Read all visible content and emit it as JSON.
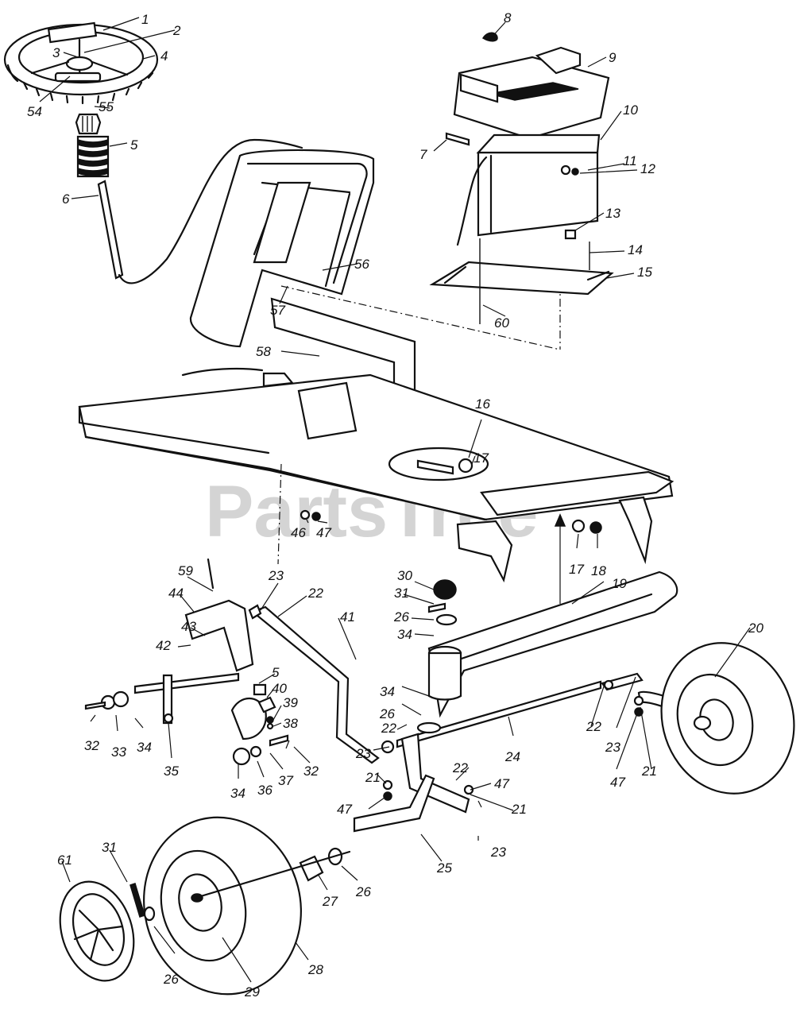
{
  "watermark": {
    "text": "PartsTree",
    "trademark": "™"
  },
  "callouts": {
    "c1": "1",
    "c2": "2",
    "c3": "3",
    "c4": "4",
    "c54": "54",
    "c55": "55",
    "c5a": "5",
    "c6": "6",
    "c8": "8",
    "c9": "9",
    "c10": "10",
    "c7": "7",
    "c11": "11",
    "c12": "12",
    "c13": "13",
    "c14": "14",
    "c15": "15",
    "c60": "60",
    "c56": "56",
    "c57": "57",
    "c58": "58",
    "c16": "16",
    "c17a": "17",
    "c17b": "17",
    "c18": "18",
    "c46": "46",
    "c47a": "47",
    "c59": "59",
    "c44": "44",
    "c43": "43",
    "c42": "42",
    "c23a": "23",
    "c22a": "22",
    "c41": "41",
    "c30": "30",
    "c31a": "31",
    "c26a": "26",
    "c34a": "34",
    "c19": "19",
    "c20": "20",
    "c5b": "5",
    "c40": "40",
    "c39": "39",
    "c38": "38",
    "c32a": "32",
    "c33": "33",
    "c34b": "34",
    "c35": "35",
    "c34c": "34",
    "c36": "36",
    "c37": "37",
    "c32b": "32",
    "c34d": "34",
    "c26b": "26",
    "c22b": "22",
    "c23b": "23",
    "c24": "24",
    "c22c": "22",
    "c23c": "23",
    "c47b": "47",
    "c21a": "21",
    "c21b": "21",
    "c47c": "47",
    "c22d": "22",
    "c47d": "47",
    "c21c": "21",
    "c23d": "23",
    "c25": "25",
    "c61": "61",
    "c31b": "31",
    "c27": "27",
    "c26c": "26",
    "c26d": "26",
    "c28": "28",
    "c29": "29"
  }
}
